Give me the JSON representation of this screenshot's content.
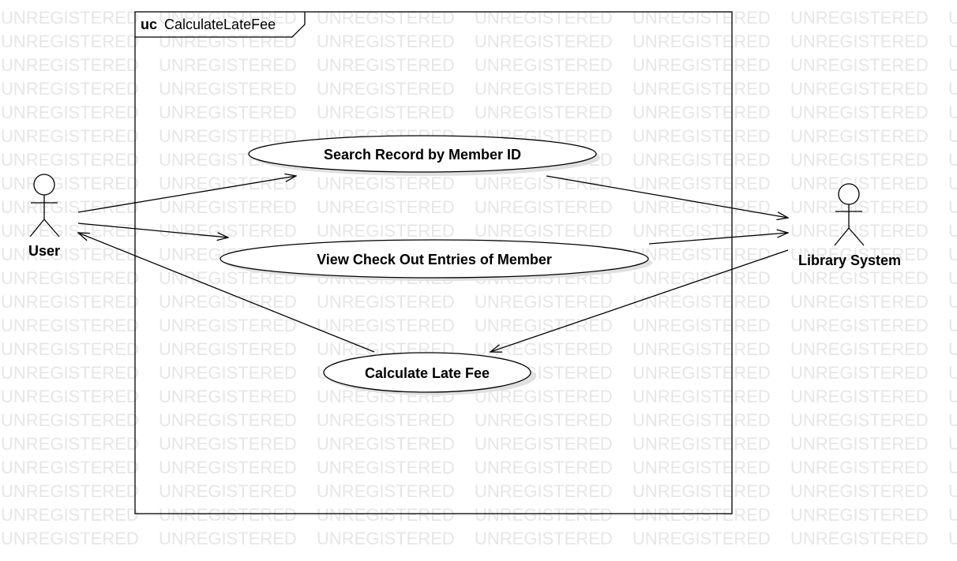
{
  "watermark": "UNREGISTERED",
  "frame": {
    "keyword": "uc",
    "name": "CalculateLateFee"
  },
  "actors": {
    "user": "User",
    "library": "Library System"
  },
  "use_cases": {
    "search": "Search Record by Member ID",
    "view": "View Check Out Entries of Member",
    "calculate": "Calculate Late Fee"
  },
  "colors": {
    "ink": "#000000",
    "shadow": "#e0e0e0",
    "watermark": "#e6e6e6"
  }
}
